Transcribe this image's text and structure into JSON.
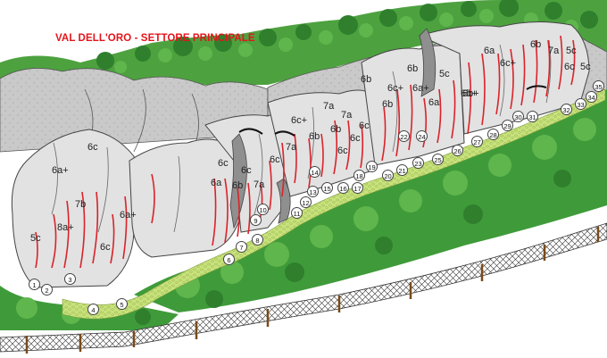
{
  "title": "VAL DELL'ORO - SETTORE PRINCIPALE",
  "colors": {
    "route": "#d9232a",
    "title": "#e4141b",
    "rock": "#dcdcdc",
    "forest": "#3f9b3a",
    "path": "#c8e27c"
  },
  "grades": [
    "6a+",
    "6c",
    "7b",
    "8a+",
    "6a+",
    "5c",
    "6c",
    "6a",
    "6c",
    "6c",
    "6b",
    "6c",
    "7a",
    "7a",
    "6c+",
    "6b",
    "6c",
    "6b",
    "7a",
    "7a",
    "6c",
    "6c",
    "6b",
    "6b",
    "6c+",
    "6b+",
    "6a+",
    "6a",
    "5c",
    "6b",
    "6a",
    "6c+",
    "6b+",
    "6b",
    "7a",
    "5c",
    "6c",
    "5c"
  ],
  "sectors": [
    "1",
    "2",
    "3",
    "4",
    "5",
    "6",
    "7",
    "8",
    "9",
    "10",
    "11",
    "12",
    "13",
    "14",
    "15",
    "16",
    "17",
    "18",
    "19",
    "20",
    "21",
    "22",
    "23",
    "24",
    "25",
    "26",
    "27",
    "28",
    "29",
    "30",
    "31",
    "32",
    "33",
    "34",
    "35"
  ]
}
